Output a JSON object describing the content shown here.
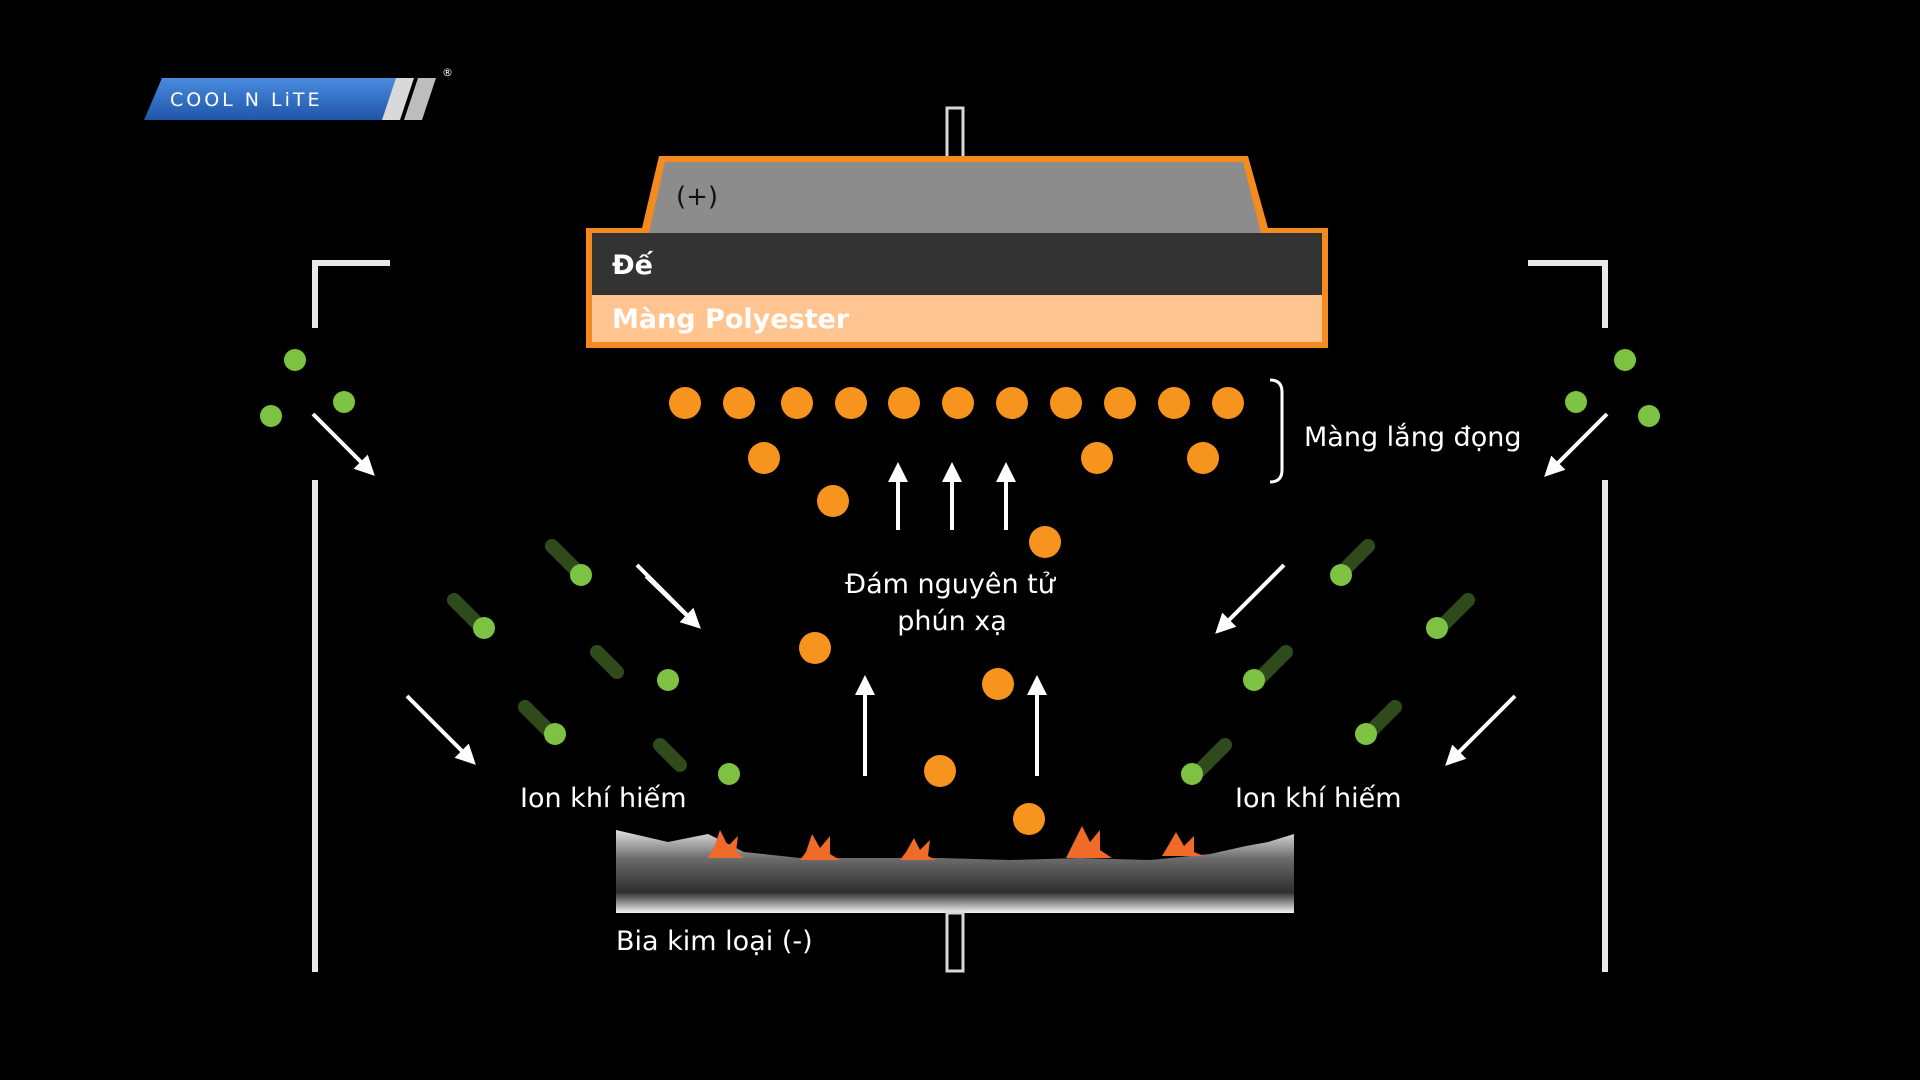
{
  "logo": {
    "text": "COOL N LiTE",
    "registered": "®",
    "colors": {
      "banner": "#2f6fc4",
      "stripes": "#d9d9d9"
    }
  },
  "diagram": {
    "anode_label": "(+)",
    "substrate_label": "Đế",
    "film_label": "Màng Polyester",
    "deposited_layer_label": "Màng lắng đọng",
    "sputtered_atoms_label": [
      "Đám nguyên tử",
      "phún xạ"
    ],
    "ion_label_left": "Ion khí hiếm",
    "ion_label_right": "Ion khí hiếm",
    "target_label": "Bia kim loại (-)"
  },
  "colors": {
    "background": "#000000",
    "anode_fill": "#8c8c8c",
    "frame_border": "#f58a1f",
    "substrate_fill": "#333333",
    "film_fill": "#ffc48f",
    "sputtered_atom": "#f7941d",
    "gas_ion": "#7dc242",
    "spark": "#f06a2a",
    "arrow": "#ffffff"
  },
  "icons": {
    "arrows": "arrow-icon",
    "impact": "spark-icon"
  }
}
